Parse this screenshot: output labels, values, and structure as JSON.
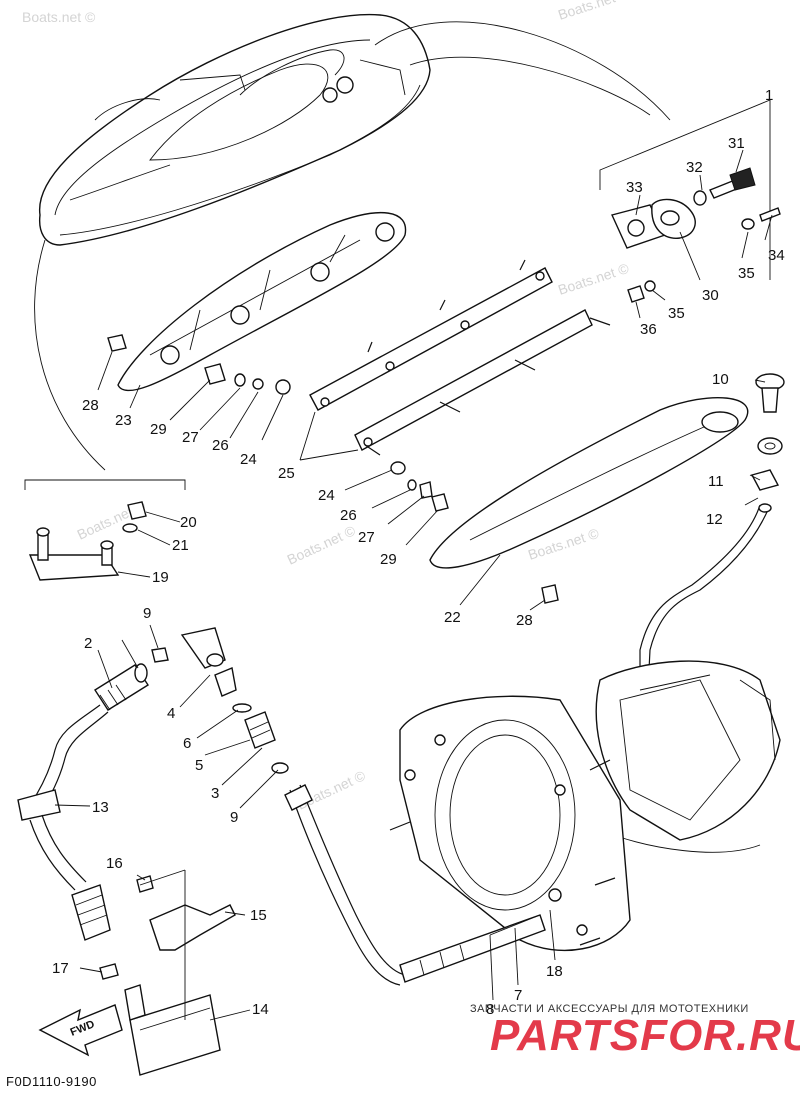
{
  "watermark": "Boats.net ©",
  "diagram_code": "F0D1110-9190",
  "fwd_label": "FWD",
  "brand": {
    "tagline": "ЗАПЧАСТИ И АКСЕССУАРЫ ДЛЯ МОТОТЕХНИКИ",
    "logo_text": "PARTSFOR.RU"
  },
  "callouts": [
    {
      "id": "1",
      "text": "1"
    },
    {
      "id": "2",
      "text": "2"
    },
    {
      "id": "3",
      "text": "3"
    },
    {
      "id": "4",
      "text": "4"
    },
    {
      "id": "5",
      "text": "5"
    },
    {
      "id": "6",
      "text": "6"
    },
    {
      "id": "7",
      "text": "7"
    },
    {
      "id": "8",
      "text": "8"
    },
    {
      "id": "9a",
      "text": "9"
    },
    {
      "id": "9b",
      "text": "9"
    },
    {
      "id": "10",
      "text": "10"
    },
    {
      "id": "11",
      "text": "11"
    },
    {
      "id": "12",
      "text": "12"
    },
    {
      "id": "13",
      "text": "13"
    },
    {
      "id": "14",
      "text": "14"
    },
    {
      "id": "15",
      "text": "15"
    },
    {
      "id": "16",
      "text": "16"
    },
    {
      "id": "17",
      "text": "17"
    },
    {
      "id": "18",
      "text": "18"
    },
    {
      "id": "19",
      "text": "19"
    },
    {
      "id": "20",
      "text": "20"
    },
    {
      "id": "21",
      "text": "21"
    },
    {
      "id": "22",
      "text": "22"
    },
    {
      "id": "23",
      "text": "23"
    },
    {
      "id": "24a",
      "text": "24"
    },
    {
      "id": "24b",
      "text": "24"
    },
    {
      "id": "25",
      "text": "25"
    },
    {
      "id": "26a",
      "text": "26"
    },
    {
      "id": "26b",
      "text": "26"
    },
    {
      "id": "27a",
      "text": "27"
    },
    {
      "id": "27b",
      "text": "27"
    },
    {
      "id": "28a",
      "text": "28"
    },
    {
      "id": "28b",
      "text": "28"
    },
    {
      "id": "29a",
      "text": "29"
    },
    {
      "id": "29b",
      "text": "29"
    },
    {
      "id": "30",
      "text": "30"
    },
    {
      "id": "31",
      "text": "31"
    },
    {
      "id": "32",
      "text": "32"
    },
    {
      "id": "33",
      "text": "33"
    },
    {
      "id": "34",
      "text": "34"
    },
    {
      "id": "35a",
      "text": "35"
    },
    {
      "id": "35b",
      "text": "35"
    },
    {
      "id": "36",
      "text": "36"
    }
  ]
}
